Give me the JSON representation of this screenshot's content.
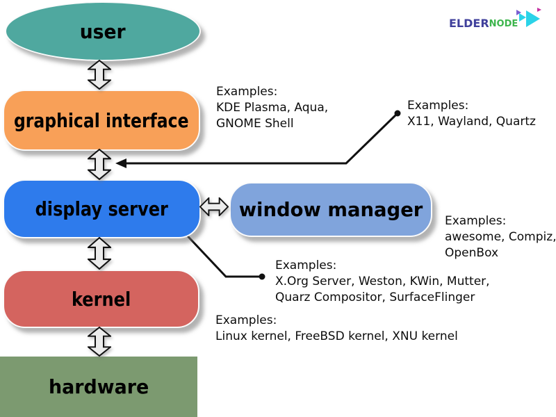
{
  "logo": {
    "brand_elder": "elder",
    "brand_node": "node"
  },
  "diagram": {
    "nodes": [
      {
        "id": "user",
        "label": "user"
      },
      {
        "id": "graphical-interface",
        "label": "graphical interface"
      },
      {
        "id": "display-server",
        "label": "display server"
      },
      {
        "id": "window-manager",
        "label": "window manager"
      },
      {
        "id": "kernel",
        "label": "kernel"
      },
      {
        "id": "hardware",
        "label": "hardware"
      }
    ],
    "annotations": [
      {
        "id": "graphical-interface-examples",
        "title": "Examples:",
        "lines": [
          "KDE Plasma, Aqua,",
          "GNOME Shell"
        ]
      },
      {
        "id": "display-protocol-examples",
        "title": "Examples:",
        "lines": [
          "X11, Wayland, Quartz"
        ]
      },
      {
        "id": "window-manager-examples",
        "title": "Examples:",
        "lines": [
          "awesome, Compiz,",
          "OpenBox"
        ]
      },
      {
        "id": "display-server-examples",
        "title": "Examples:",
        "lines": [
          "X.Org Server, Weston, KWin, Mutter,",
          "Quarz Compositor, SurfaceFlinger"
        ]
      },
      {
        "id": "kernel-examples",
        "title": "Examples:",
        "lines": [
          "Linux kernel, FreeBSD kernel, XNU kernel"
        ]
      }
    ],
    "colors": {
      "user_fill": "#4FA89F",
      "graphical_interface_fill": "#F8A058",
      "display_server_fill": "#2E7BEC",
      "window_manager_fill": "#80A4DC",
      "kernel_fill": "#D4645F",
      "hardware_fill": "#7C9A70",
      "arrow_fill": "#ececec",
      "line_color": "#111111",
      "logo_elder_color": "#3F3F9B",
      "logo_node_color": "#3CB54C",
      "logo_play_color": "#2BD3E8"
    }
  }
}
